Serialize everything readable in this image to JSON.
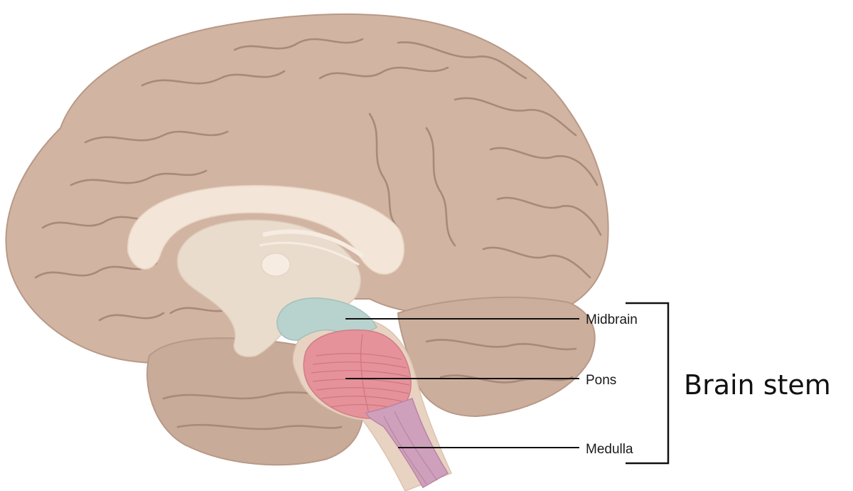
{
  "labels": {
    "midbrain": "Midbrain",
    "pons": "Pons",
    "medulla": "Medulla",
    "group": "Brain stem"
  },
  "colors": {
    "cortex": "#d2b4a2",
    "cortex_outline": "#b89987",
    "sulcus": "#a8897a",
    "cerebellum": "#c9ab99",
    "white_matter": "#f3e5d8",
    "diencephalon": "#e9dccd",
    "midbrain": "#b8d2cd",
    "pons": "#e6929b",
    "pons_stripe": "#cf7580",
    "medulla": "#cfa0bb",
    "medulla_stripe": "#b985a6",
    "stem_sheath": "#e8d3c2",
    "line": "#111111"
  }
}
